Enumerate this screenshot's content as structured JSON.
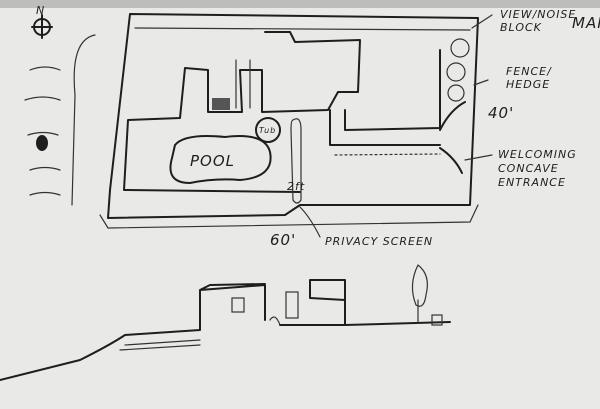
{
  "labels": {
    "north": "N",
    "view_noise_block": [
      "VIEW/NOISE",
      "BLOCK"
    ],
    "cut_off_text": "MAR",
    "fence_hedge": [
      "FENCE/",
      "HEDGE"
    ],
    "depth": "40'",
    "entrance": [
      "WELCOMING",
      "CONCAVE",
      "ENTRANCE"
    ],
    "width": "60'",
    "privacy_screen": "PRIVACY SCREEN",
    "pool": "POOL",
    "tub": "Tub",
    "screen_height": "2ft"
  },
  "colors": {
    "paper": "#e9e9e7",
    "ink": "#1e1e1e"
  }
}
